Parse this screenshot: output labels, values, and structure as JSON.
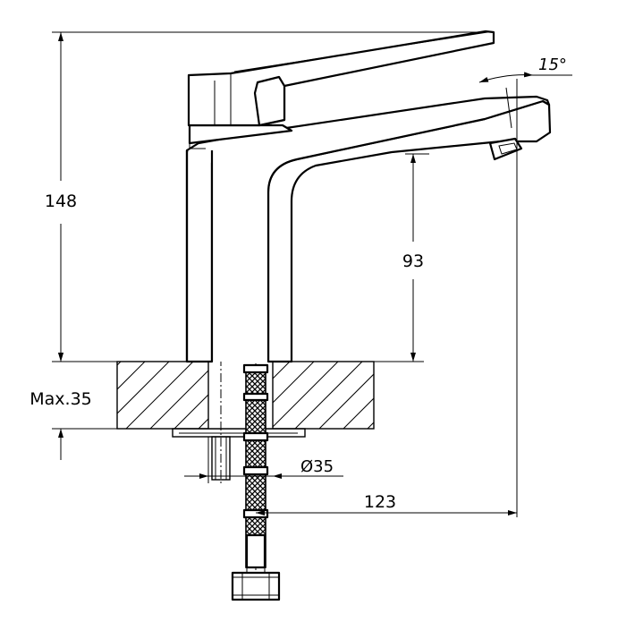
{
  "drawing": {
    "dimensions": {
      "total_height": "148",
      "spout_height": "93",
      "spout_reach": "123",
      "max_counter_thickness": "Max.35",
      "hole_diameter": "Ø35",
      "lever_angle": "15°"
    },
    "colors": {
      "line": "#000000",
      "background": "#ffffff"
    }
  }
}
